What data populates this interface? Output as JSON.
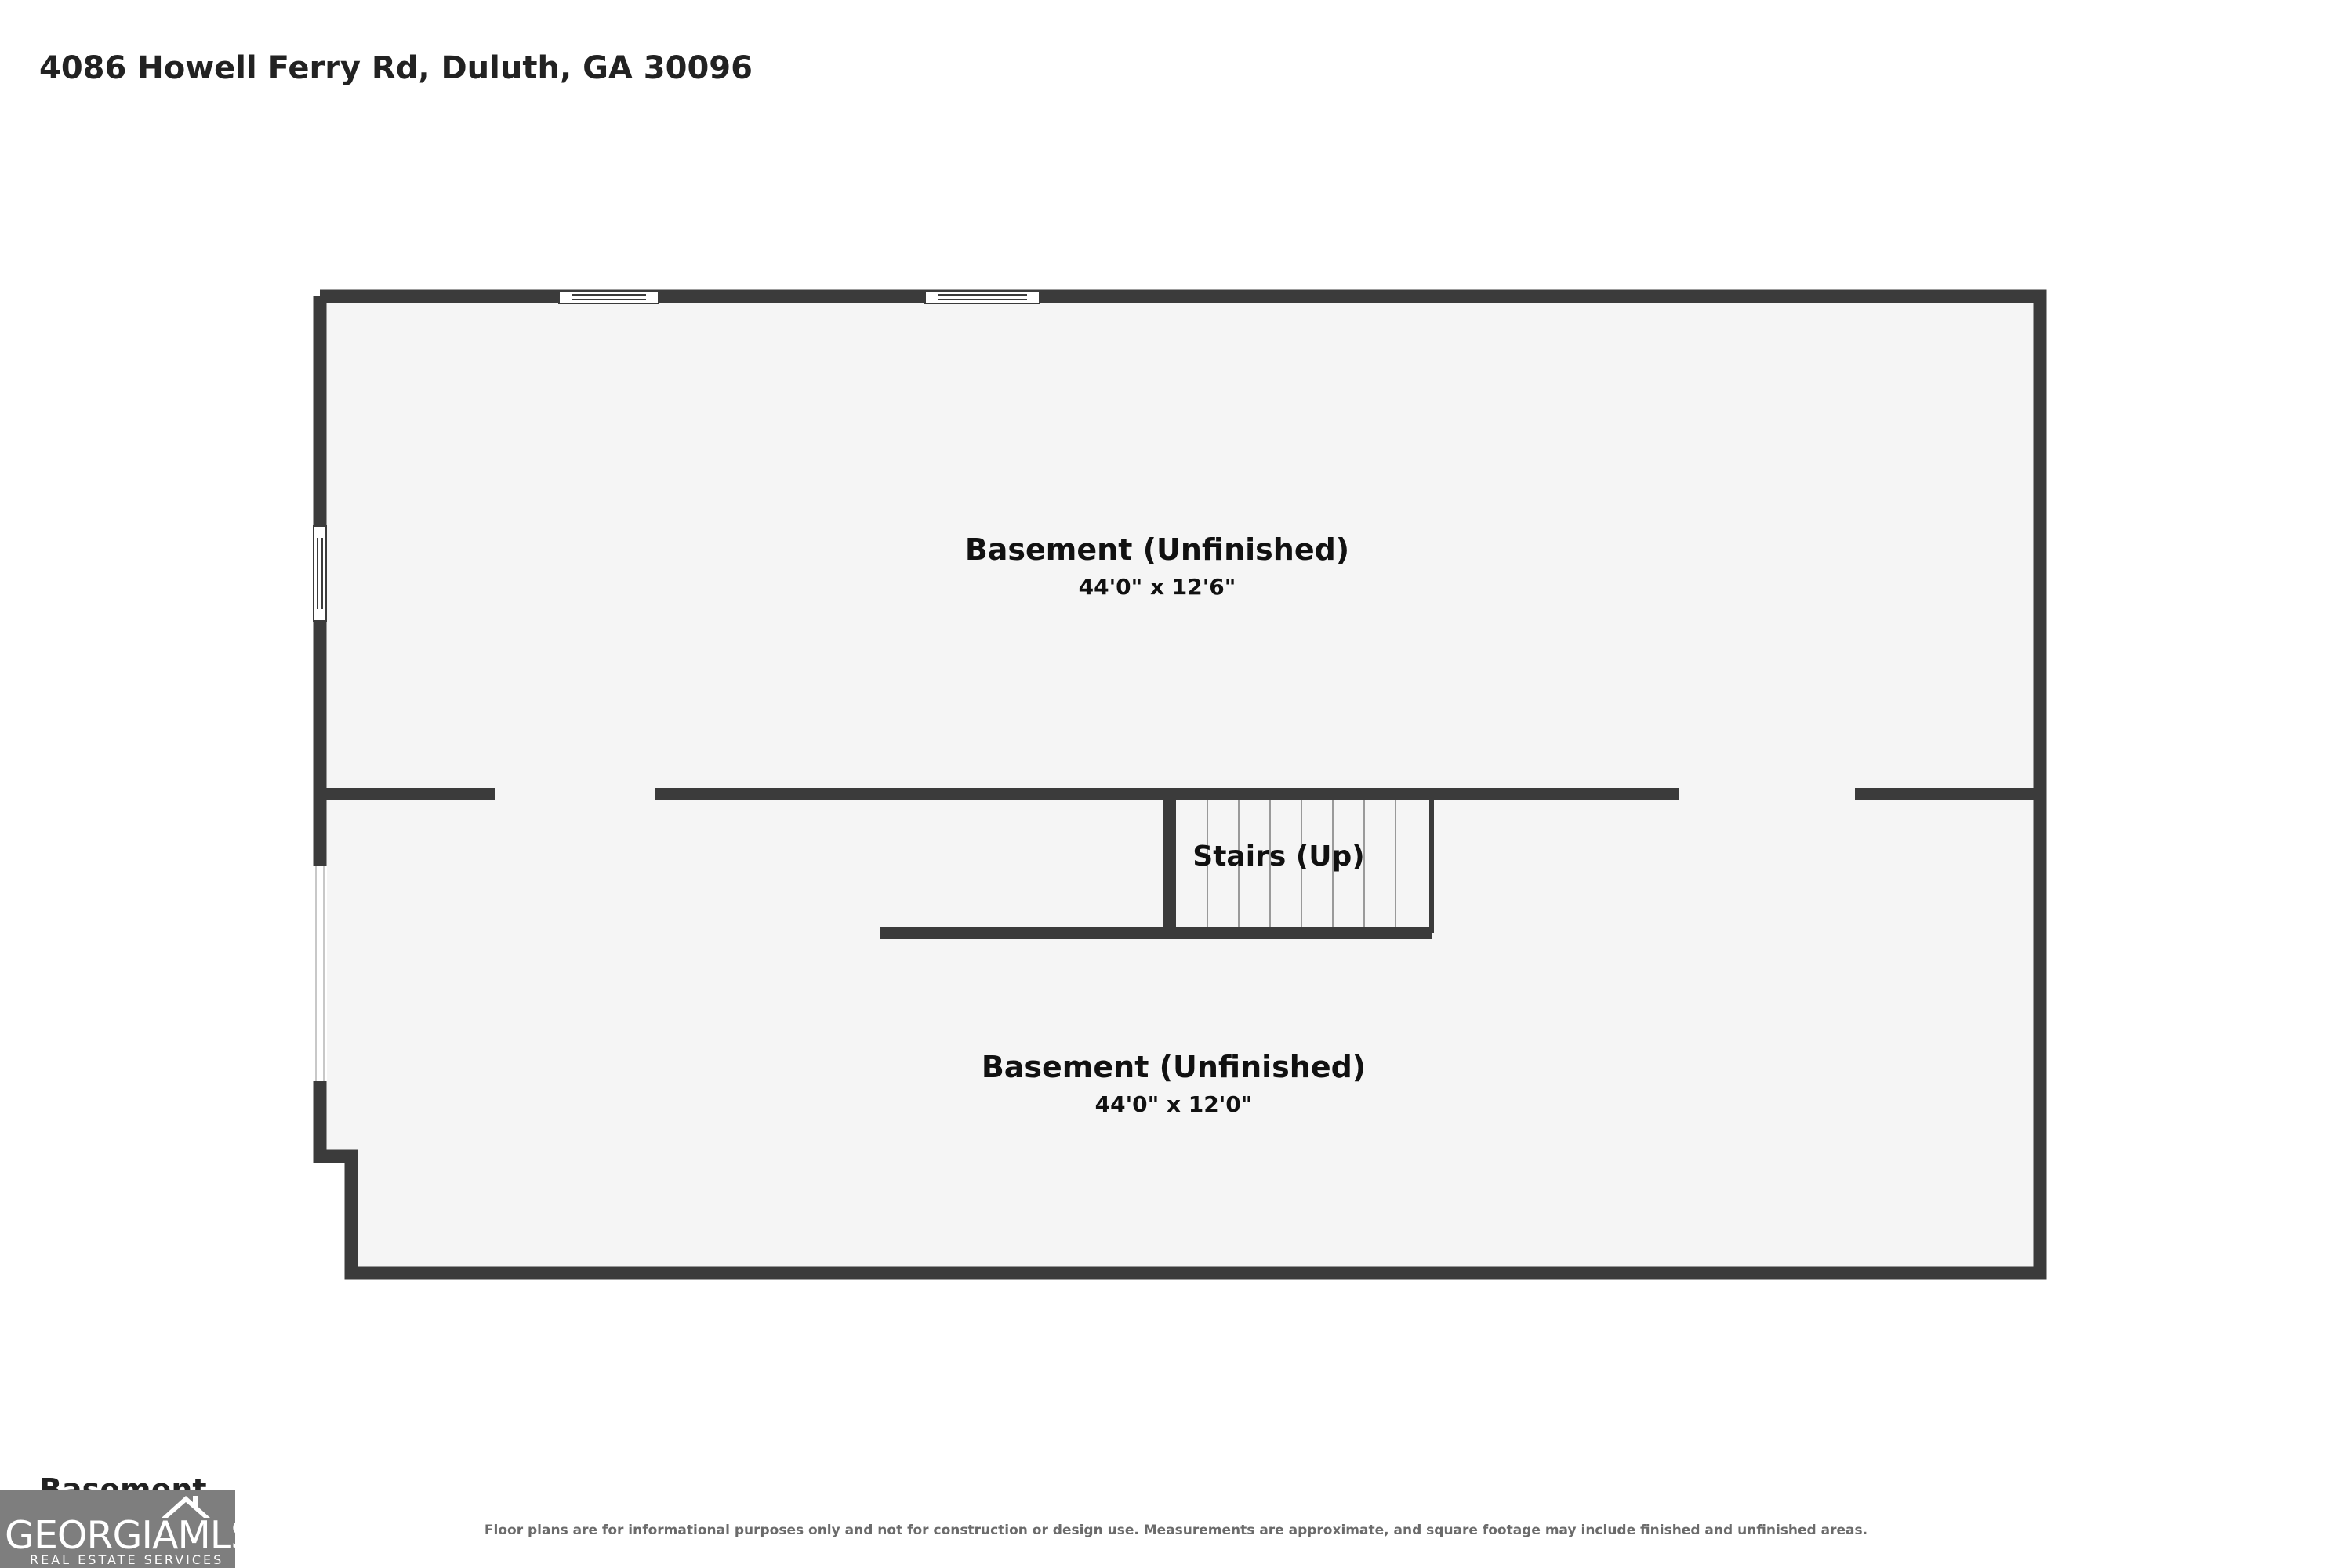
{
  "header": {
    "address": "4086 Howell Ferry Rd, Duluth, GA 30096"
  },
  "rooms": [
    {
      "name": "Basement (Unfinished)",
      "dimensions": "44'0\" x 12'6\""
    },
    {
      "name": "Basement (Unfinished)",
      "dimensions": "44'0\" x 12'0\""
    },
    {
      "name": "Stairs (Up)"
    }
  ],
  "footer": {
    "floor_label": "Basement",
    "disclaimer": "Floor plans are for informational purposes only and not for construction or design use. Measurements are approximate, and square footage may include finished and unfinished areas."
  },
  "logo": {
    "text": "GEORGIAMLS",
    "subtext": "REAL ESTATE SERVICES"
  },
  "colors": {
    "wall": "#3b3b3b",
    "floor": "#f5f5f5",
    "text": "#111111"
  }
}
